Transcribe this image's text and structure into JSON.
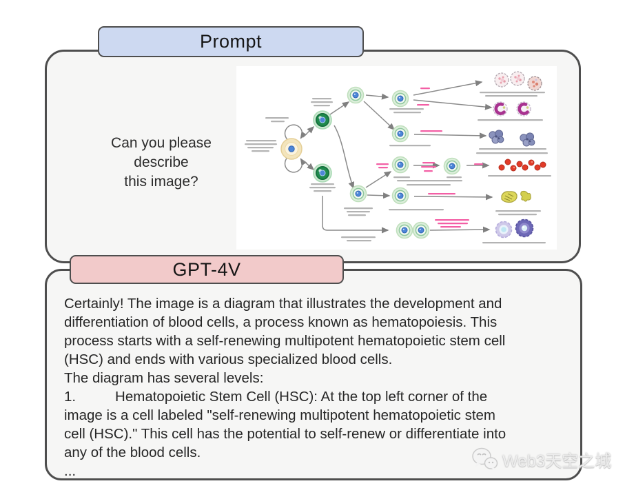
{
  "prompt_panel": {
    "label": "Prompt",
    "question_lines": [
      "Can you please",
      "describe",
      "this image?"
    ],
    "figure": {
      "name": "hematopoiesis-blood-cell-differentiation-diagram",
      "nodes": [
        "hematopoietic-stem-cell",
        "self-renewal-loops",
        "common-myeloid-progenitor",
        "common-lymphoid-progenitor",
        "intermediate-progenitor-cells",
        "granulocytes",
        "monocytes-macrophages",
        "multilobed-immune-cell-clusters",
        "erythrocytes-red-blood-cells",
        "megakaryocyte-platelets",
        "t-and-b-lymphocytes"
      ]
    }
  },
  "gpt_panel": {
    "label": "GPT-4V",
    "response_lines": [
      "Certainly! The image is a diagram that illustrates the development and",
      "differentiation of blood cells, a process known as hematopoiesis. This",
      "process starts with a self-renewing multipotent hematopoietic stem cell",
      "(HSC) and ends with various specialized blood cells.",
      "The diagram has several levels:",
      "1.          Hematopoietic Stem Cell (HSC): At the top left corner of the",
      "image is a cell labeled \"self-renewing multipotent hematopoietic stem",
      "cell (HSC).\" This cell has the potential to self-renew or differentiate into",
      "any of the blood cells.",
      "..."
    ]
  },
  "watermark": {
    "text": "Web3天空之城",
    "icon": "wechat-logo-icon"
  },
  "colors": {
    "prompt_tag_bg": "#cdd9f1",
    "gpt_tag_bg": "#f2caca",
    "panel_bg": "#f6f6f5",
    "panel_border": "#4e4e4e",
    "pink_annotation": "#f35fa5",
    "arrow_gray": "#8a8a8a"
  }
}
